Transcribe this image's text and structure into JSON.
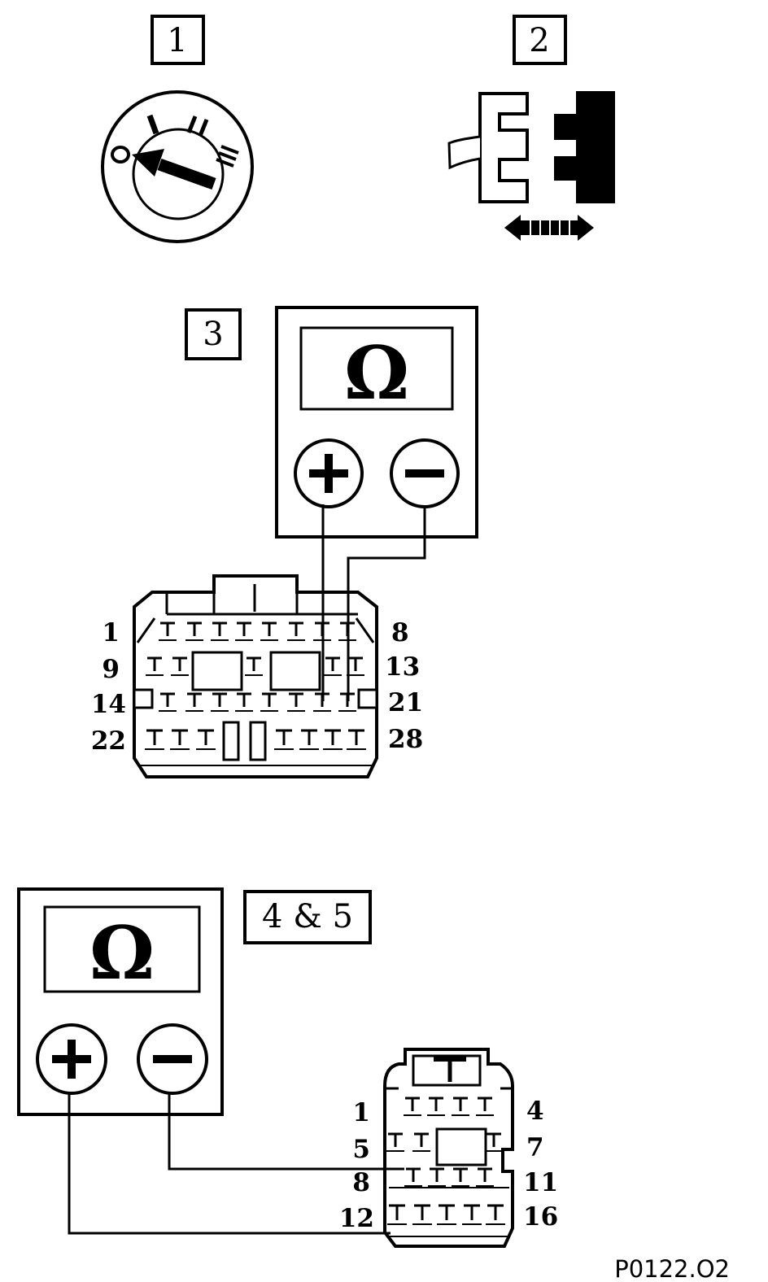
{
  "steps": {
    "step1": "1",
    "step2": "2",
    "step3": "3",
    "step45": "4 & 5"
  },
  "meter_a": {
    "symbol": "Ω",
    "plus": "+",
    "minus": "−"
  },
  "meter_b": {
    "symbol": "Ω",
    "plus": "+",
    "minus": "−"
  },
  "connector_28": {
    "rows": [
      {
        "left": "1",
        "right": "8"
      },
      {
        "left": "9",
        "right": "13"
      },
      {
        "left": "14",
        "right": "21"
      },
      {
        "left": "22",
        "right": "28"
      }
    ]
  },
  "connector_16": {
    "rows": [
      {
        "left": "1",
        "right": "4"
      },
      {
        "left": "5",
        "right": "7"
      },
      {
        "left": "8",
        "right": "11"
      },
      {
        "left": "12",
        "right": "16"
      }
    ]
  },
  "figure_code": "P0122.O2"
}
